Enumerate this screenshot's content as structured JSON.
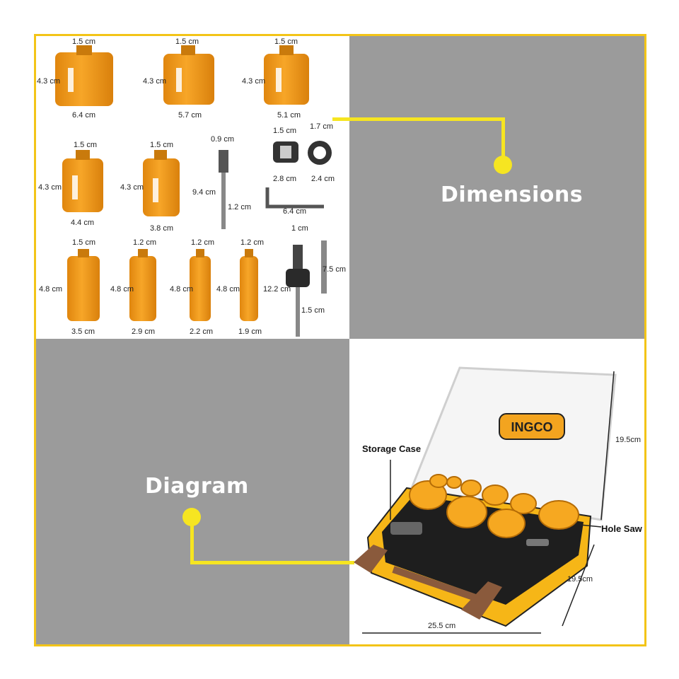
{
  "labels": {
    "dimensions": "Dimensions",
    "diagram": "Diagram",
    "storage_case": "Storage Case",
    "hole_saw": "Hole Saw"
  },
  "brand": "INGCO",
  "colors": {
    "accent_yellow": "#f3c417",
    "saw_orange": "#f39c1a",
    "gray_panel": "#9b9b9b",
    "case_black": "#1e1e1e",
    "latch_brown": "#8a5a3c"
  },
  "dims": {
    "r1": [
      {
        "top": "1.5 cm",
        "side": "4.3 cm",
        "bottom": "6.4 cm"
      },
      {
        "top": "1.5 cm",
        "side": "4.3 cm",
        "bottom": "5.7 cm"
      },
      {
        "top": "1.5 cm",
        "side": "4.3 cm",
        "bottom": "5.1 cm"
      }
    ],
    "r2": [
      {
        "top": "1.5 cm",
        "side": "4.3 cm",
        "bottom": "4.4 cm"
      },
      {
        "top": "1.5 cm",
        "side": "4.3 cm",
        "bottom": "3.8 cm"
      }
    ],
    "r3": [
      {
        "top": "1.5 cm",
        "side": "4.8 cm",
        "bottom": "3.5 cm"
      },
      {
        "top": "1.2 cm",
        "side": "4.8 cm",
        "bottom": "2.9 cm"
      },
      {
        "top": "1.2 cm",
        "side": "4.8 cm",
        "bottom": "2.2 cm"
      },
      {
        "top": "1.2 cm",
        "side": "4.8 cm",
        "bottom": "1.9 cm"
      }
    ],
    "drill1": {
      "top": "0.9 cm",
      "length": "9.4 cm",
      "tip": "1.2 cm"
    },
    "adapter1": {
      "top": "1.5 cm",
      "bottom": "2.8 cm"
    },
    "adapter2": {
      "top": "1.7 cm",
      "bottom": "2.4 cm"
    },
    "hexkey": "6.4 cm",
    "arbor": {
      "top": "1 cm",
      "length": "12.2 cm",
      "tip": "1.5 cm"
    },
    "pilot": "7.5 cm",
    "case": {
      "height": "19.5cm",
      "depth": "19.5cm",
      "width": "25.5 cm"
    }
  }
}
